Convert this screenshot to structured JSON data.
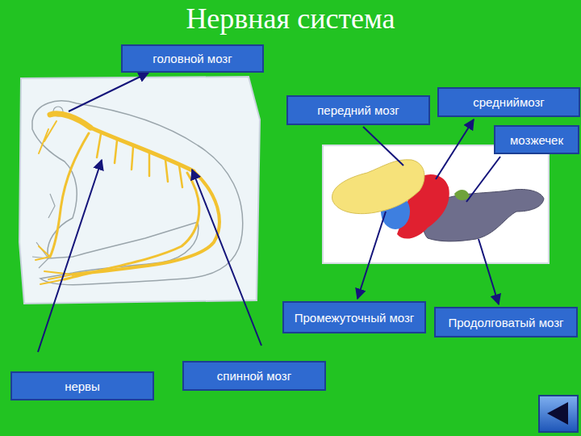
{
  "diagram": {
    "title": "Нервная система",
    "nodes": [
      {
        "text": [
          "головной мозг"
        ]
      },
      {
        "text": [
          "нервы"
        ]
      },
      {
        "text": [
          "спинной мозг"
        ]
      },
      {
        "text": [
          "передний мозг"
        ]
      },
      {
        "text": [
          "средниймозг"
        ]
      },
      {
        "text": [
          "мозжечек"
        ]
      },
      {
        "text": [
          "Промежуточный мозг"
        ]
      },
      {
        "text": [
          "Продолговатый мозг"
        ]
      }
    ]
  }
}
